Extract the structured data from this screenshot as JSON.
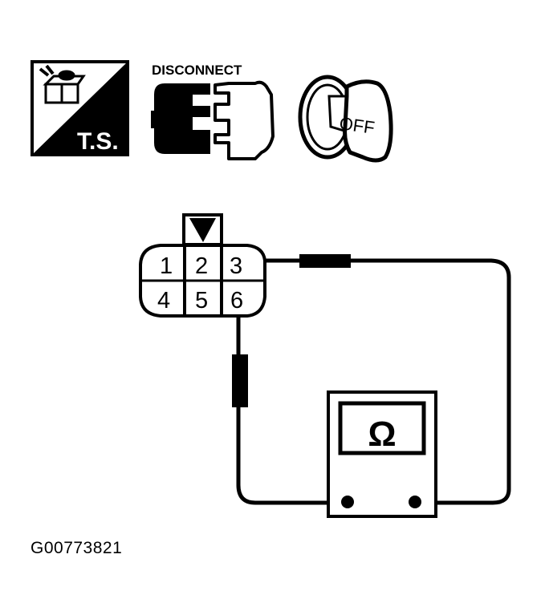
{
  "icons": {
    "ts": {
      "label": "T.S."
    },
    "disconnect": {
      "label": "DISCONNECT"
    },
    "ignition_key": {
      "label": "OFF"
    }
  },
  "connector": {
    "pins_top": [
      "1",
      "2",
      "3"
    ],
    "pins_bottom": [
      "4",
      "5",
      "6"
    ],
    "terminal_marker": "▼"
  },
  "ohmmeter": {
    "symbol": "Ω"
  },
  "figure_id": "G00773821",
  "colors": {
    "ink": "#000000",
    "background": "#ffffff"
  }
}
